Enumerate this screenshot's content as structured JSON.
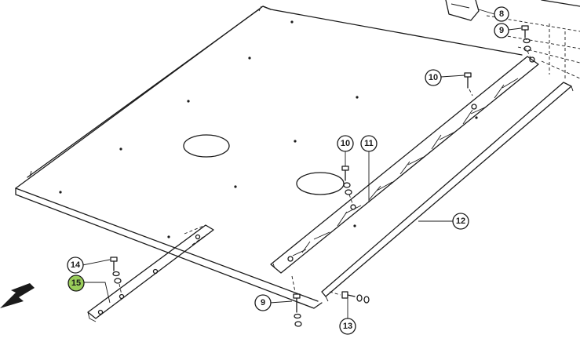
{
  "diagram": {
    "callouts": [
      {
        "id": "c8",
        "label": "8"
      },
      {
        "id": "c9a",
        "label": "9"
      },
      {
        "id": "c10a",
        "label": "10"
      },
      {
        "id": "c10b",
        "label": "10"
      },
      {
        "id": "c11",
        "label": "11"
      },
      {
        "id": "c12",
        "label": "12"
      },
      {
        "id": "c13",
        "label": "13"
      },
      {
        "id": "c14",
        "label": "14"
      },
      {
        "id": "c15",
        "label": "15",
        "highlighted": true
      },
      {
        "id": "c9b",
        "label": "9"
      }
    ],
    "highlight_color": "#9acd5a",
    "line_color": "#1a1a1a"
  }
}
